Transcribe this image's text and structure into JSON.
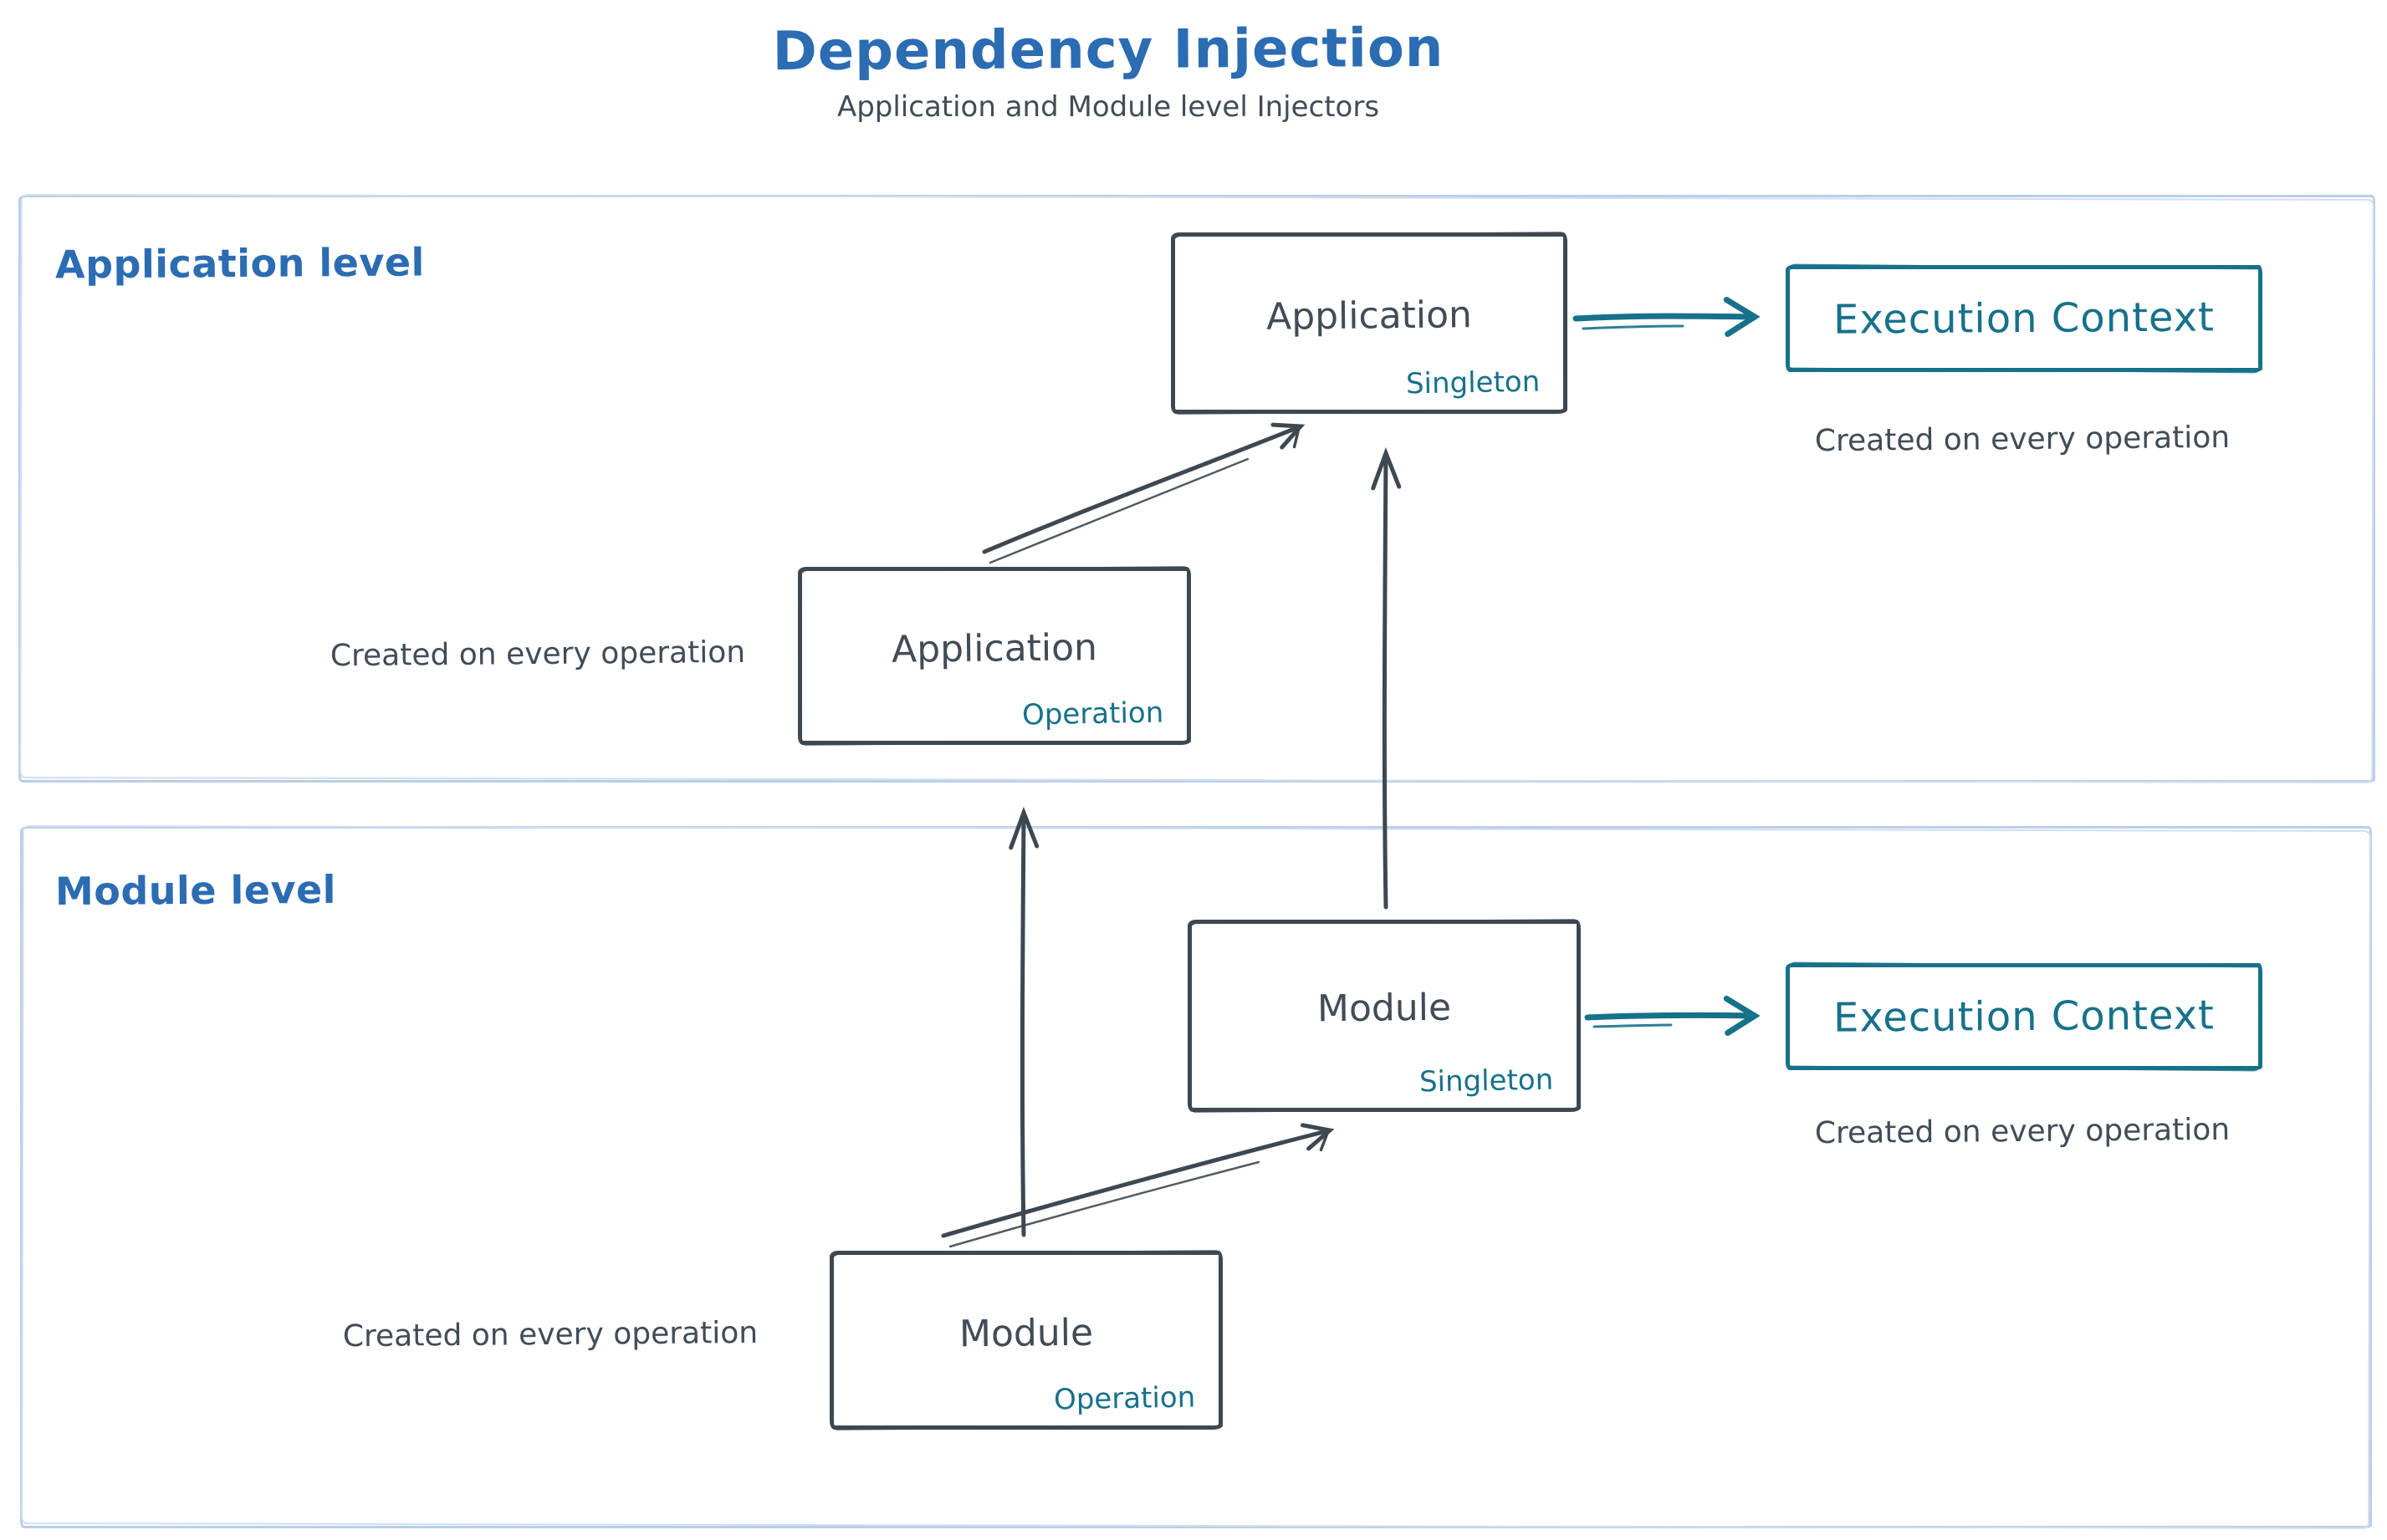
{
  "title": "Dependency Injection",
  "subtitle": "Application and Module level Injectors",
  "palette": {
    "title_blue": "#2b6cb3",
    "ink": "#414c57",
    "teal": "#17718b",
    "panel_border": "#b9cfe9"
  },
  "application": {
    "label": "Application level",
    "singleton": {
      "name": "Application",
      "scope": "Singleton"
    },
    "operation": {
      "name": "Application",
      "scope": "Operation"
    },
    "execution_context": "Execution Context",
    "execution_caption": "Created on every operation",
    "operation_caption": "Created on every operation"
  },
  "module": {
    "label": "Module level",
    "singleton": {
      "name": "Module",
      "scope": "Singleton"
    },
    "operation": {
      "name": "Module",
      "scope": "Operation"
    },
    "execution_context": "Execution Context",
    "execution_caption": "Created on every operation",
    "operation_caption": "Created on every operation"
  }
}
